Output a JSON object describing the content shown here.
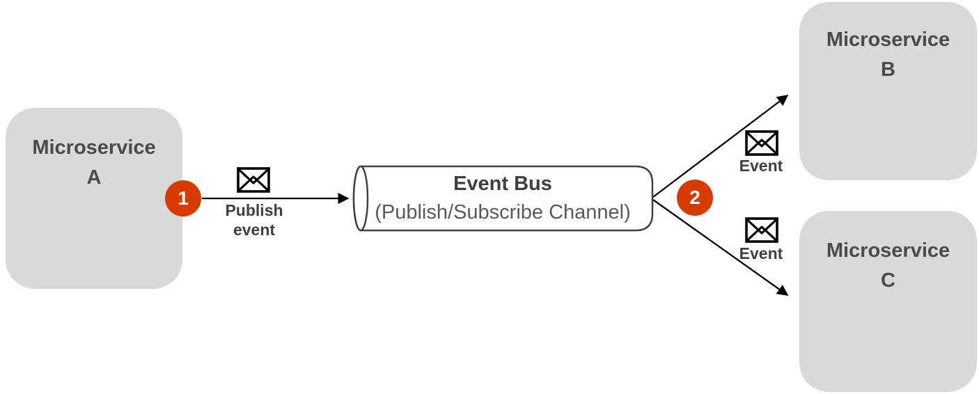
{
  "diagram": {
    "nodes": {
      "microservice_a": {
        "label": "Microservice A"
      },
      "microservice_b": {
        "label": "Microservice B"
      },
      "microservice_c": {
        "label": "Microservice C"
      },
      "event_bus": {
        "title": "Event Bus",
        "subtitle": "(Publish/Subscribe Channel)"
      }
    },
    "badges": {
      "step1": "1",
      "step2": "2"
    },
    "edge_labels": {
      "publish_event": "Publish event",
      "event_to_b": "Event",
      "event_to_c": "Event"
    },
    "icons": {
      "publish_envelope": "envelope-icon",
      "event_b_envelope": "envelope-icon",
      "event_c_envelope": "envelope-icon"
    },
    "colors": {
      "node_fill": "#d9d9d9",
      "node_text": "#4a4a4a",
      "badge_fill": "#d83b01",
      "badge_text": "#ffffff",
      "edge_color": "#000000",
      "bus_stroke": "#404040",
      "bus_title_text": "#3f3f3f",
      "bus_subtitle_text": "#595959",
      "edge_label_text": "#404040"
    }
  }
}
